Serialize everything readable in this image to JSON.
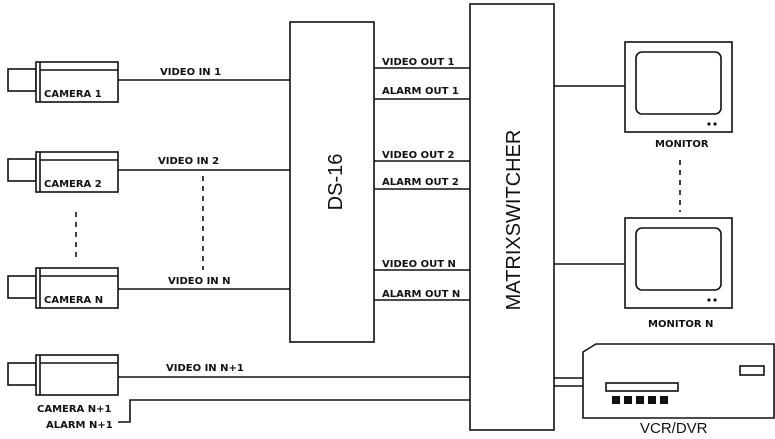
{
  "cameras": [
    {
      "label": "CAMERA 1",
      "input": "VIDEO IN 1"
    },
    {
      "label": "CAMERA 2",
      "input": "VIDEO IN 2"
    },
    {
      "label": "CAMERA N",
      "input": "VIDEO IN N"
    },
    {
      "label": "CAMERA N+1",
      "input": "VIDEO IN N+1"
    }
  ],
  "alarm_n1": "ALARM N+1",
  "ds16": "DS-16",
  "outputs": [
    {
      "video": "VIDEO OUT 1",
      "alarm": "ALARM OUT 1"
    },
    {
      "video": "VIDEO OUT 2",
      "alarm": "ALARM OUT 2"
    },
    {
      "video": "VIDEO OUT N",
      "alarm": "ALARM OUT N"
    }
  ],
  "matrix": "MATRIXSWITCHER",
  "monitors": [
    "MONITOR",
    "MONITOR N"
  ],
  "vcr": "VCR/DVR"
}
